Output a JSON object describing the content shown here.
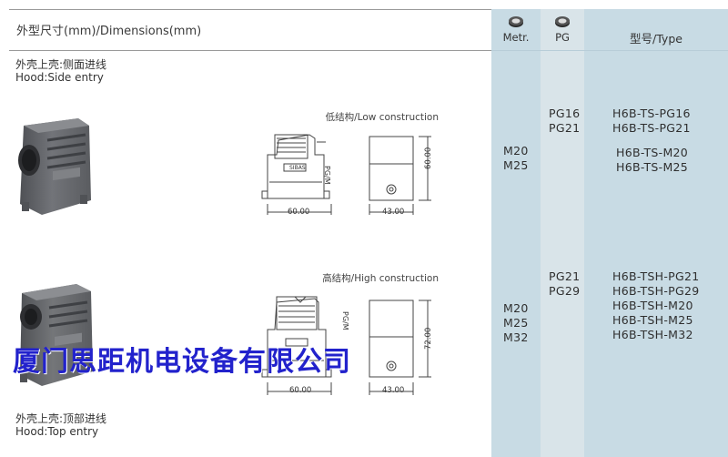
{
  "header": {
    "dimensions_title": "外型尺寸(mm)/Dimensions(mm)",
    "columns": {
      "metr": "Metr.",
      "pg": "PG",
      "type": "型号/Type"
    }
  },
  "sections": [
    {
      "label_cn": "外壳上壳:侧面进线",
      "label_en": "Hood:Side entry",
      "construction": "低结构/Low construction",
      "dim_width": "60.00",
      "dim_depth": "43.00",
      "dim_height": "60.00",
      "thread_mark": "PG/M",
      "pg": [
        "PG16",
        "PG21"
      ],
      "metr": [
        "M20",
        "M25"
      ],
      "types_pg": [
        "H6B-TS-PG16",
        "H6B-TS-PG21"
      ],
      "types_m": [
        "H6B-TS-M20",
        "H6B-TS-M25"
      ]
    },
    {
      "label_cn": "外壳上壳:顶部进线",
      "label_en": "Hood:Top entry",
      "construction": "高结构/High construction",
      "dim_width": "60.00",
      "dim_depth": "43.00",
      "dim_height": "72.00",
      "thread_mark": "PG/M",
      "pg": [
        "PG21",
        "PG29"
      ],
      "metr": [
        "M20",
        "M25",
        "M32"
      ],
      "types": [
        "H6B-TSH-PG21",
        "H6B-TSH-PG29",
        "H6B-TSH-M20",
        "H6B-TSH-M25",
        "H6B-TSH-M32"
      ]
    }
  ],
  "brand_mark": "SIBAS",
  "watermark": "厦门思距机电设备有限公司",
  "colors": {
    "col_dark": "#c8dbe4",
    "col_light": "#d9e4e9",
    "watermark": "#2222cc",
    "hood_gray": "#6a6c70"
  },
  "icons": {
    "metr": "cable-gland-icon",
    "pg": "cable-gland-icon"
  }
}
